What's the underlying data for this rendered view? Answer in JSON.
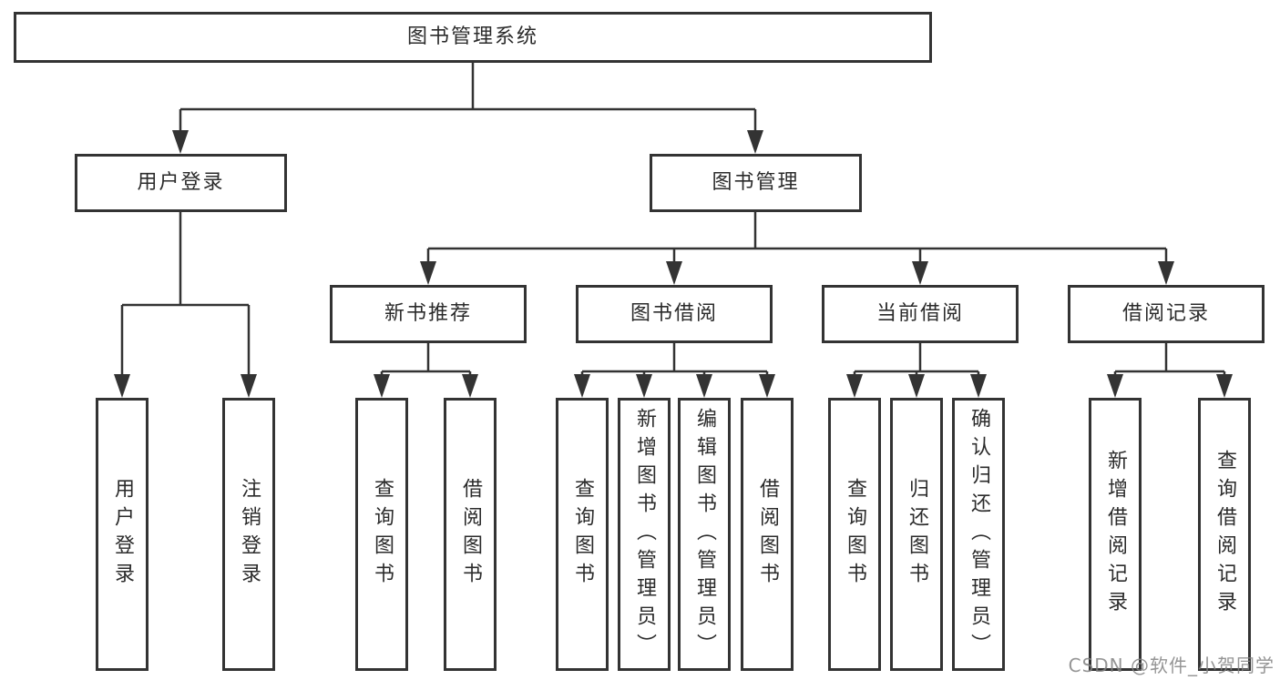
{
  "diagram": {
    "type": "tree",
    "title": "图书管理系统",
    "line_color": "#333333",
    "background_color": "#ffffff",
    "watermark": "CSDN @软件_小贺同学",
    "nodes": {
      "root": {
        "label": "图书管理系统"
      },
      "user_login": {
        "label": "用户登录"
      },
      "book_mgmt": {
        "label": "图书管理"
      },
      "login": {
        "label": "用户登录"
      },
      "logout": {
        "label": "注销登录"
      },
      "new_book_rec": {
        "label": "新书推荐"
      },
      "book_borrow": {
        "label": "图书借阅"
      },
      "current_borrow": {
        "label": "当前借阅"
      },
      "borrow_records": {
        "label": "借阅记录"
      },
      "nbr_query": {
        "label": "查询图书"
      },
      "nbr_borrow": {
        "label": "借阅图书"
      },
      "bb_query": {
        "label": "查询图书"
      },
      "bb_add": {
        "label": "新增图书（管理员）"
      },
      "bb_edit": {
        "label": "编辑图书（管理员）"
      },
      "bb_borrow": {
        "label": "借阅图书"
      },
      "cb_query": {
        "label": "查询图书"
      },
      "cb_return": {
        "label": "归还图书"
      },
      "cb_confirm": {
        "label": "确认归还（管理员）"
      },
      "br_add": {
        "label": "新增借阅记录"
      },
      "br_query": {
        "label": "查询借阅记录"
      }
    },
    "structure": {
      "root": [
        "user_login",
        "book_mgmt"
      ],
      "user_login": [
        "login",
        "logout"
      ],
      "book_mgmt": [
        "new_book_rec",
        "book_borrow",
        "current_borrow",
        "borrow_records"
      ],
      "new_book_rec": [
        "nbr_query",
        "nbr_borrow"
      ],
      "book_borrow": [
        "bb_query",
        "bb_add",
        "bb_edit",
        "bb_borrow"
      ],
      "current_borrow": [
        "cb_query",
        "cb_return",
        "cb_confirm"
      ],
      "borrow_records": [
        "br_add",
        "br_query"
      ]
    }
  }
}
